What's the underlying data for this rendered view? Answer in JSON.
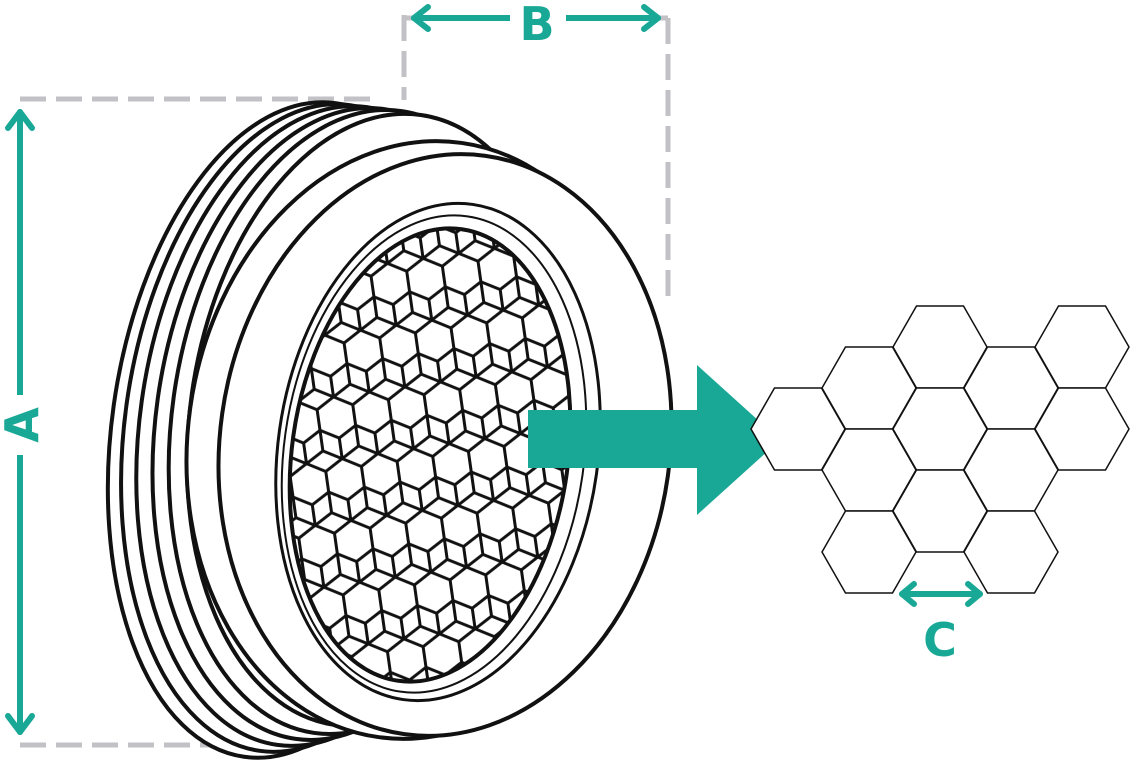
{
  "labels": {
    "a": "A",
    "b": "B",
    "c": "C"
  },
  "colors": {
    "accent": "#1aa896",
    "dash": "#c2c2c6",
    "line": "#111111"
  },
  "hex_cells": [
    {
      "col": 0,
      "row": 2
    },
    {
      "col": 1,
      "row": 1
    },
    {
      "col": 1,
      "row": 3
    },
    {
      "col": 1,
      "row": 5
    },
    {
      "col": 2,
      "row": 0
    },
    {
      "col": 2,
      "row": 2
    },
    {
      "col": 2,
      "row": 4
    },
    {
      "col": 3,
      "row": 1
    },
    {
      "col": 3,
      "row": 3
    },
    {
      "col": 3,
      "row": 5
    },
    {
      "col": 4,
      "row": 0
    },
    {
      "col": 4,
      "row": 2
    }
  ]
}
